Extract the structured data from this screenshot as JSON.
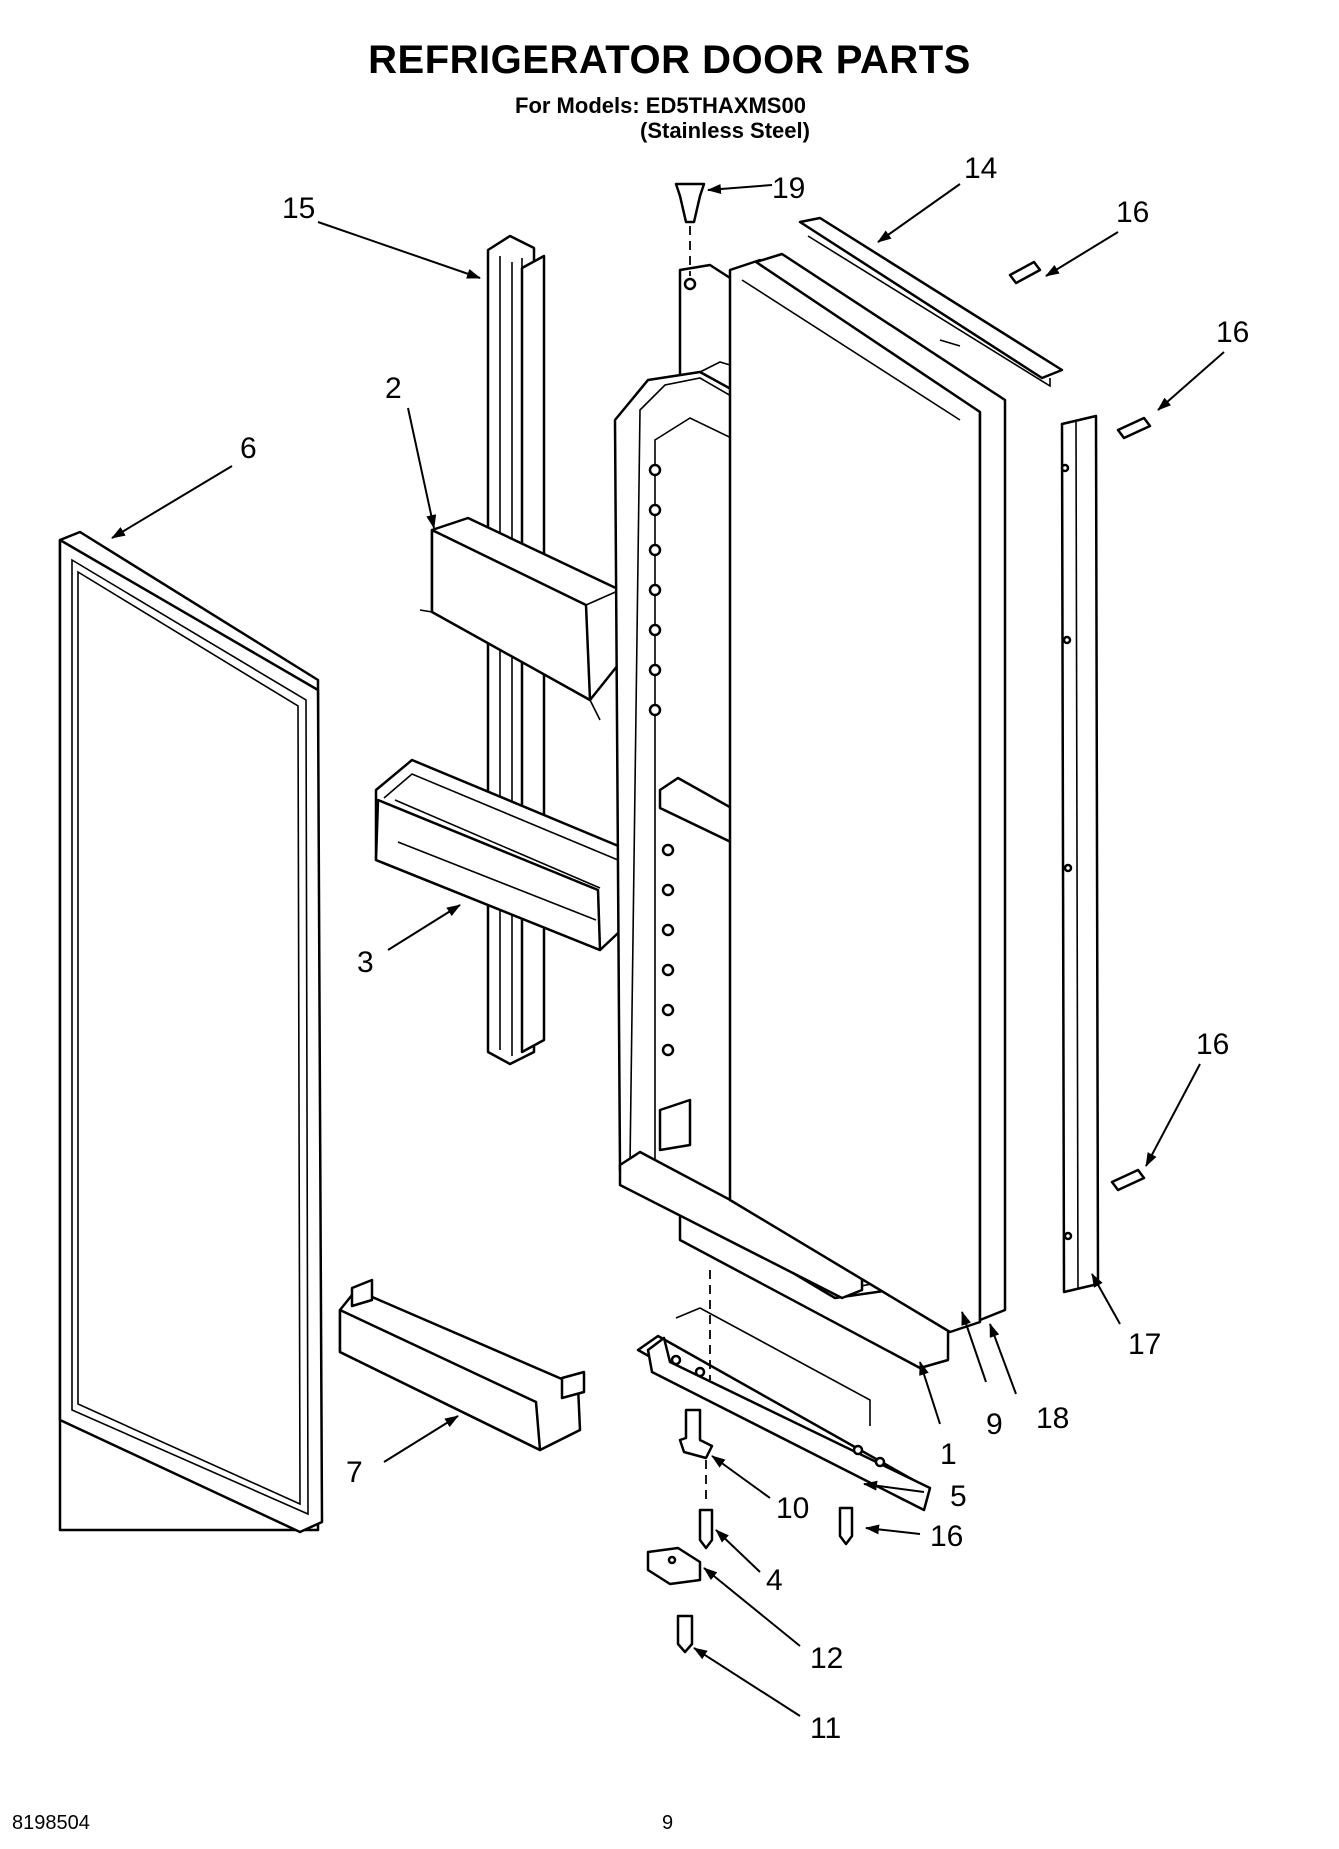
{
  "header": {
    "title": "REFRIGERATOR DOOR PARTS",
    "models_line": "For Models: ED5THAXMS00",
    "finish_line": "(Stainless Steel)"
  },
  "footer": {
    "doc_number": "8198504",
    "page_number": "9"
  },
  "callouts": {
    "c1": "1",
    "c2": "2",
    "c3": "3",
    "c4": "4",
    "c5": "5",
    "c6": "6",
    "c7": "7",
    "c9": "9",
    "c10": "10",
    "c11": "11",
    "c12": "12",
    "c14": "14",
    "c15": "15",
    "c16a": "16",
    "c16b": "16",
    "c16c": "16",
    "c16d": "16",
    "c17": "17",
    "c18": "18",
    "c19": "19"
  }
}
